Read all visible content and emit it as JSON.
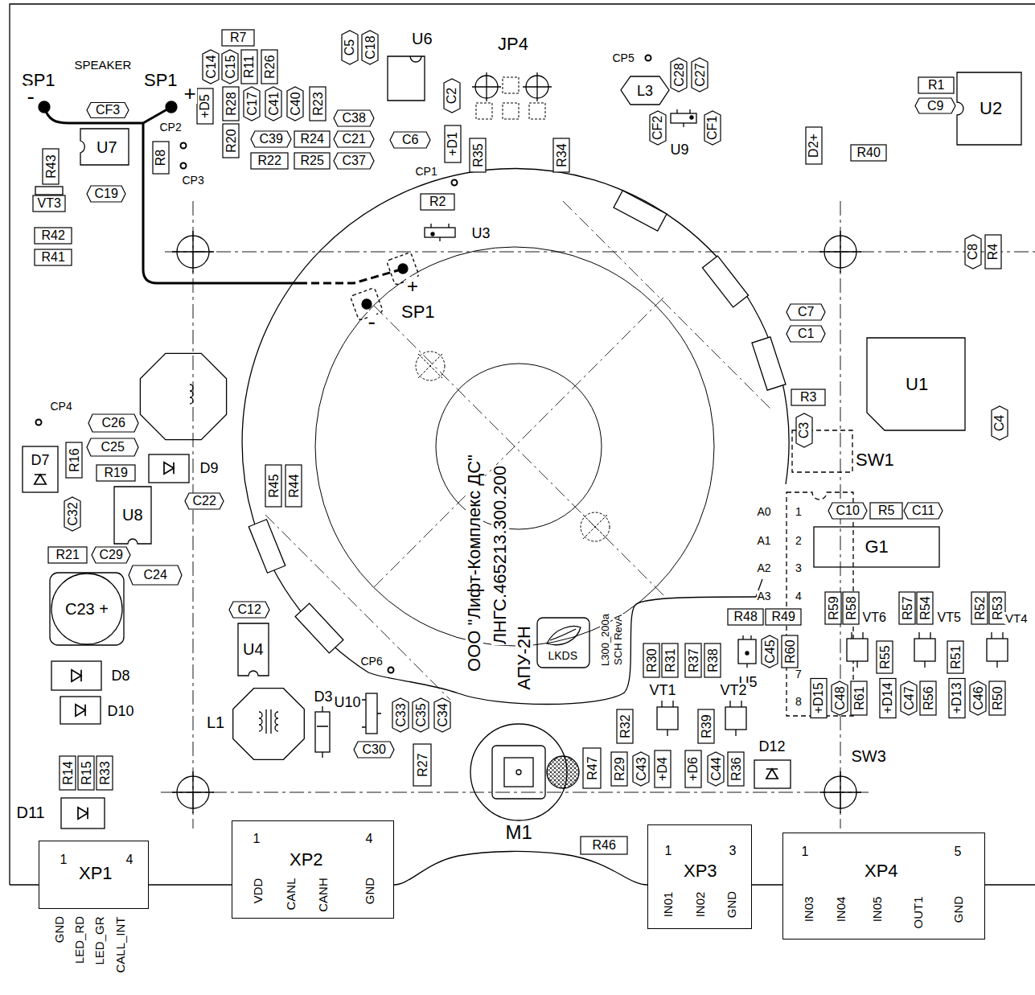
{
  "diagram": {
    "nodes": [
      {
        "text": [
          "1",
          "XP1",
          "4",
          "GND",
          "LED_RD",
          "LED_GR",
          "CALL_INT"
        ]
      },
      {
        "text": [
          "1",
          "XP2",
          "4",
          "VDD",
          "CANL",
          "CANH",
          "GND"
        ]
      },
      {
        "text": [
          "1",
          "XP3",
          "3",
          "IN01",
          "IN02",
          "GND"
        ]
      },
      {
        "text": [
          "1",
          "XP4",
          "5",
          "IN03",
          "IN04",
          "IN05",
          "OUT1",
          "GND"
        ]
      }
    ],
    "labels": [
      "SP1",
      "-",
      "SPEAKER",
      "SP1",
      "+",
      "CF3",
      "R7",
      "C14",
      "C15",
      "R11",
      "R26",
      "C5",
      "C18",
      "U6",
      "JP4",
      "CP5",
      "L3",
      "C28",
      "C27",
      "R1",
      "C9",
      "U2",
      "+D5",
      "R28",
      "C17",
      "C41",
      "C40",
      "R23",
      "C38",
      "C2",
      "CF2",
      "U9",
      "CF1",
      "CP2",
      "R8",
      "R20",
      "C39",
      "R24",
      "C21",
      "C6",
      "+D1",
      "R35",
      "R34",
      "D2+",
      "R40",
      "R43",
      "U7",
      "C19",
      "CP3",
      "R22",
      "R25",
      "C37",
      "CP1",
      "R2",
      "VT3",
      "U3",
      "R42",
      "R41",
      "C8",
      "R4",
      "+",
      "-",
      "SP1",
      "C7",
      "C1",
      "U1",
      "R3",
      "CP4",
      "C26",
      "C3",
      "C4",
      "C25",
      "D7",
      "R16",
      "R19",
      "D9",
      "SW1",
      "R45",
      "R44",
      "U8",
      "C22",
      "C32",
      "A0",
      "1",
      "C10",
      "R5",
      "C11",
      "A1",
      "2",
      "G1",
      "R21",
      "C29",
      "C24",
      "A2",
      "3",
      "A3",
      "4",
      "C23 +",
      "C12",
      "R48",
      "R49",
      "R59",
      "R58",
      "VT6",
      "R57",
      "R54",
      "VT5",
      "R52",
      "R53",
      "VT4",
      "U4",
      "ООО \"Лифт-Комплекс ДС\"",
      "ЛНГС.465213.300.200",
      "АПУ-2Н",
      "LKDS",
      "L300_200a",
      "SCH RevA",
      "R30",
      "R31",
      "R37",
      "R38",
      "C45",
      "R60",
      "R55",
      "R51",
      "U5",
      "7",
      "CP6",
      "D8",
      "+D15",
      "C48",
      "R61",
      "+D14",
      "C47",
      "R56",
      "+D13",
      "C46",
      "R50",
      "VT1",
      "VT2",
      "U10",
      "C33",
      "C35",
      "C34",
      "D3",
      "8",
      "D10",
      "L1",
      "R32",
      "R39",
      "C30",
      "D12",
      "SW3",
      "R14",
      "R15",
      "R33",
      "R27",
      "R47",
      "R29",
      "C43",
      "+D4",
      "+D6",
      "C44",
      "R36",
      "D11",
      "M1",
      "R46"
    ]
  }
}
